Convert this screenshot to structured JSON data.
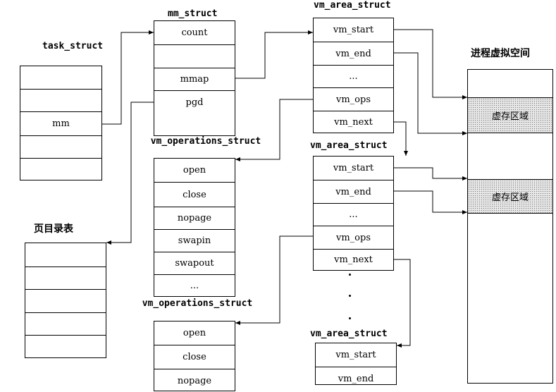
{
  "labels": {
    "task_struct": "task_struct",
    "mm_struct": "mm_struct",
    "vm_area_struct_1": "vm_area_struct",
    "vm_area_struct_2": "vm_area_struct",
    "vm_area_struct_3": "vm_area_struct",
    "vm_operations_struct_1": "vm_operations_struct",
    "vm_operations_struct_2": "vm_operations_struct",
    "page_directory": "页目录表",
    "process_vspace": "进程虚拟空间"
  },
  "task_struct": {
    "cells": [
      "",
      "",
      "mm",
      "",
      ""
    ]
  },
  "mm_struct": {
    "cells": [
      "count",
      "",
      "mmap",
      "pgd"
    ]
  },
  "vm_area_1": {
    "cells": [
      "vm_start",
      "vm_end",
      "...",
      "vm_ops",
      "vm_next"
    ]
  },
  "vm_area_2": {
    "cells": [
      "vm_start",
      "vm_end",
      "...",
      "vm_ops",
      "vm_next"
    ]
  },
  "vm_area_3": {
    "cells": [
      "vm_start",
      "vm_end"
    ]
  },
  "vm_ops_1": {
    "cells": [
      "open",
      "close",
      "nopage",
      "swapin",
      "swapout",
      "..."
    ]
  },
  "vm_ops_2": {
    "cells": [
      "open",
      "close",
      "nopage"
    ]
  },
  "page_dir": {
    "cells": [
      "",
      "",
      "",
      "",
      ""
    ]
  },
  "vspace": {
    "regions": [
      "虚存区域",
      "虚存区域"
    ]
  }
}
